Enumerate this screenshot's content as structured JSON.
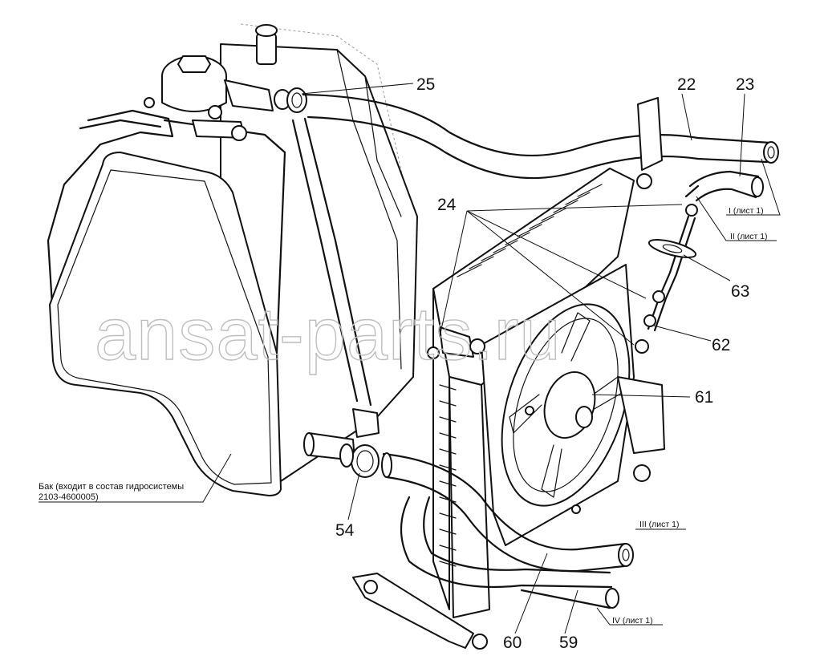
{
  "watermark": "ansat-parts.ru",
  "callouts": {
    "c25": "25",
    "c22": "22",
    "c23": "23",
    "c24": "24",
    "c63": "63",
    "c62": "62",
    "c61": "61",
    "c54": "54",
    "c60": "60",
    "c59": "59"
  },
  "sheet_refs": {
    "r1": "I (лист 1)",
    "r2": "II (лист 1)",
    "r3": "III (лист 1)",
    "r4": "IV (лист 1)"
  },
  "tank_note": {
    "line1": "Бак (входит в состав гидросистемы",
    "line2": "2103-4600005)"
  }
}
